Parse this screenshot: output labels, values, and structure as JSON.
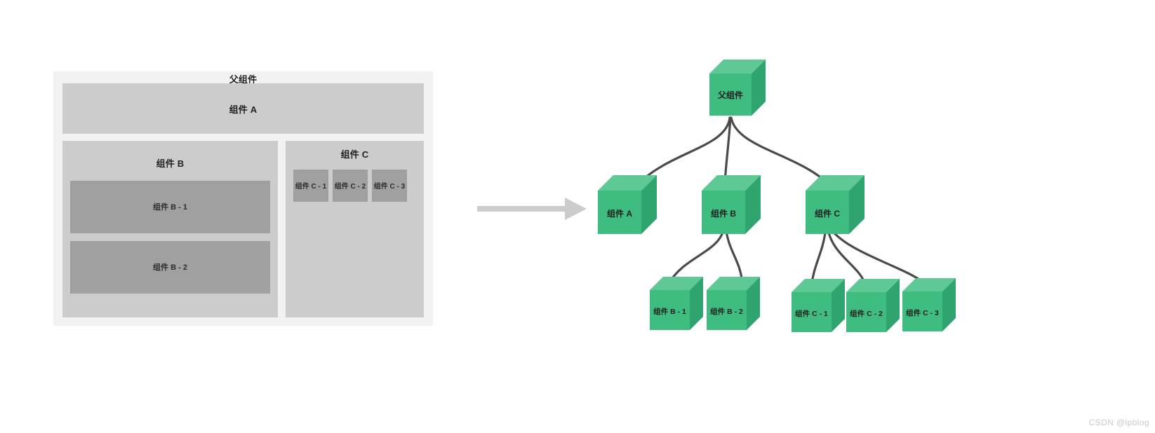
{
  "watermark": "CSDN @lpblog",
  "flat_diagram": {
    "root_label": "父组件",
    "component_a": "组件 A",
    "component_b": "组件 B",
    "component_b_children": [
      "组件 B - 1",
      "组件 B - 2"
    ],
    "component_c": "组件 C",
    "component_c_children": [
      "组件 C - 1",
      "组件 C - 2",
      "组件 C - 3"
    ],
    "colors": {
      "container_bg": "#f2f2f2",
      "panel_bg": "#cccccc",
      "leaf_bg": "#a0a0a0",
      "text": "#222222"
    }
  },
  "arrow": {
    "name": "transforms-into-arrow",
    "color": "#cccccc",
    "direction": "right"
  },
  "tree_diagram": {
    "root": "父组件",
    "level2": [
      "组件 A",
      "组件 B",
      "组件 C"
    ],
    "level3_b": [
      "组件 B - 1",
      "组件 B - 2"
    ],
    "level3_c": [
      "组件 C - 1",
      "组件 C - 2",
      "组件 C - 3"
    ],
    "colors": {
      "cube_front": "#3fbd81",
      "cube_top": "#5ec994",
      "cube_side": "#2fa46e",
      "edge": "#2d9a68",
      "link": "#4a4a4a",
      "label_text": "#1d1d1d"
    }
  }
}
